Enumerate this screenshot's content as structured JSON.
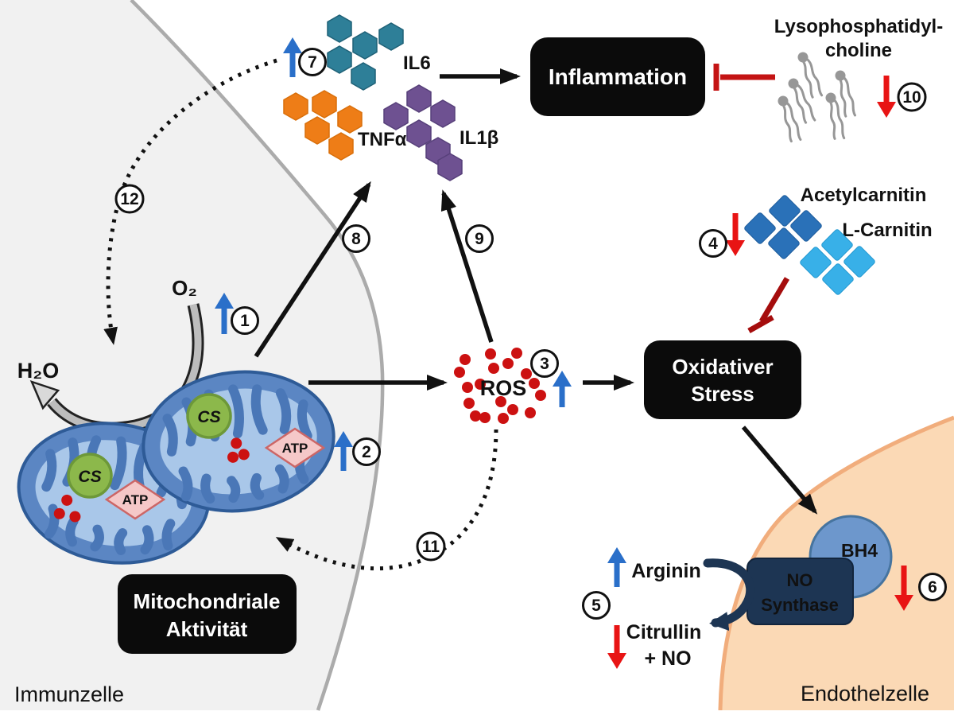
{
  "diagram_title": "Mitochondrial activity, inflammation and oxidative stress pathway (Immunzelle / Endothelzelle)",
  "cells": {
    "immune_label": "Immunzelle",
    "endothelial_label": "Endothelzelle"
  },
  "boxes": {
    "inflammation": "Inflammation",
    "oxidative_line1": "Oxidativer",
    "oxidative_line2": "Stress",
    "mito_line1": "Mitochondriale",
    "mito_line2": "Aktivität",
    "nos_line1": "NO",
    "nos_line2": "Synthase"
  },
  "molecules": {
    "il6": "IL6",
    "tnfa": "TNFα",
    "il1b": "IL1β",
    "ros": "ROS",
    "o2": "O₂",
    "h2o": "H₂O",
    "bh4": "BH4",
    "cs": "CS",
    "atp": "ATP",
    "lpc_line1": "Lysophosphatidyl-",
    "lpc_line2": "choline",
    "acetylcarnitin": "Acetylcarnitin",
    "l_carnitin": "L-Carnitin",
    "arginin": "Arginin",
    "citrullin": "Citrullin",
    "plus_no": "+ NO"
  },
  "steps": [
    "1",
    "2",
    "3",
    "4",
    "5",
    "6",
    "7",
    "8",
    "9",
    "10",
    "11",
    "12"
  ],
  "colors": {
    "il6_teal": "#2e7f98",
    "tnfa_orange": "#ee7d17",
    "il1b_purple": "#6e5191",
    "ros_red": "#cc1111",
    "acetylcarnitin_blue": "#2a71b8",
    "l_carnitin_blue": "#38b0e8",
    "up_arrow_blue": "#2a6fc9",
    "down_arrow_red": "#e81414",
    "inhibition_red": "#b31010",
    "box_black": "#0b0b0b",
    "immune_cell_gray": "#f1f1f1",
    "membrane_gray": "#ababab",
    "endothelial_peach": "#fbd9b5",
    "endothelial_border": "#f1ad7c",
    "mitochondrion_blue": "#5b86c3",
    "mitochondrion_matrix": "#a9c7e9",
    "cs_green": "#8cb84b",
    "atp_pink": "#f5c8c8",
    "nos_navy": "#1d3553",
    "bh4_blue": "#6d97cc"
  }
}
